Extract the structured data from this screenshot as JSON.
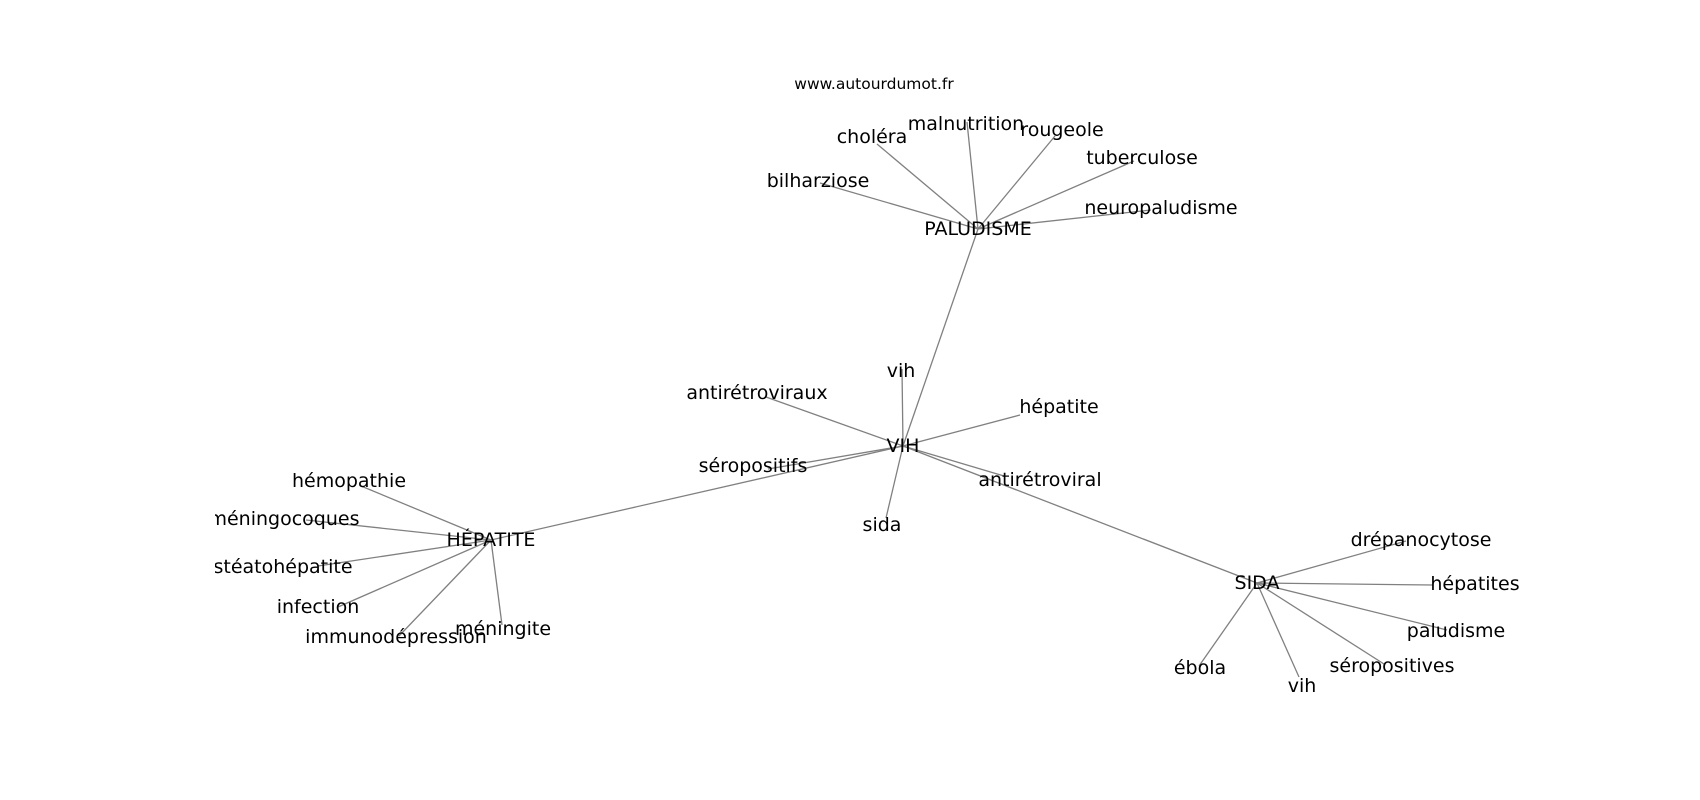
{
  "site": "www.autourdumot.fr",
  "graph": {
    "hubs": {
      "vih": "VIH",
      "paludisme": "PALUDISME",
      "hepatite": "HÉPATITE",
      "sida": "SIDA"
    },
    "hub_links": [
      [
        "vih",
        "paludisme"
      ],
      [
        "vih",
        "hepatite"
      ],
      [
        "vih",
        "sida"
      ]
    ],
    "neighbors": {
      "paludisme": [
        "choléra",
        "malnutrition",
        "rougeole",
        "tuberculose",
        "bilharziose",
        "neuropaludisme"
      ],
      "vih": [
        "vih",
        "antirétroviraux",
        "hépatite",
        "séropositifs",
        "antirétroviral",
        "sida"
      ],
      "hepatite": [
        "hémopathie",
        "méningocoques",
        "stéatohépatite",
        "infection",
        "immunodépression",
        "méningite"
      ],
      "sida": [
        "drépanocytose",
        "hépatites",
        "paludisme",
        "séropositives",
        "ébola",
        "vih"
      ]
    }
  }
}
